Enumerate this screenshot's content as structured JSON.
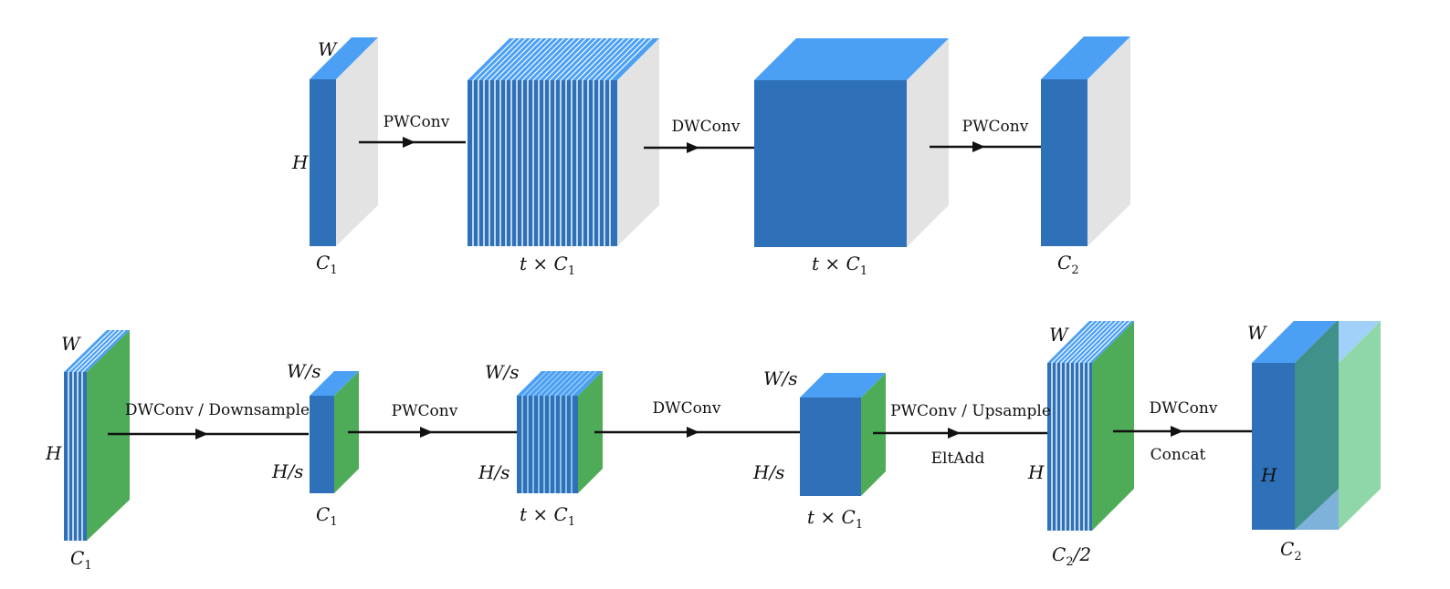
{
  "colors": {
    "front": "#2e71b8",
    "top": "#4ba0f5",
    "side_gray": "#e3e3e3",
    "side_green": "#4eab58",
    "stripe": "#ffffff",
    "teal": "#3f918a",
    "light_blue": "#a1d0f8",
    "light_green": "#8fd7a8",
    "arrow": "#111111"
  },
  "row1": {
    "arrows": [
      "PWConv",
      "DWConv",
      "PWConv"
    ],
    "block1": {
      "w": "W",
      "h": "H",
      "c": "C",
      "c_sub": "1"
    },
    "block2": {
      "c": "t × C",
      "c_sub": "1"
    },
    "block3": {
      "c": "t × C",
      "c_sub": "1"
    },
    "block4": {
      "c": "C",
      "c_sub": "2"
    }
  },
  "row2": {
    "arrows": [
      "DWConv / Downsample",
      "PWConv",
      "DWConv",
      "PWConv / Upsample",
      "DWConv"
    ],
    "below_labels": [
      "EltAdd",
      "Concat"
    ],
    "block1": {
      "w": "W",
      "h": "H",
      "c": "C",
      "c_sub": "1"
    },
    "block2": {
      "w": "W/s",
      "h": "H/s",
      "c": "C",
      "c_sub": "1"
    },
    "block3": {
      "w": "W/s",
      "h": "H/s",
      "c": "t × C",
      "c_sub": "1"
    },
    "block4": {
      "w": "W/s",
      "h": "H/s",
      "c": "t × C",
      "c_sub": "1"
    },
    "block5": {
      "w": "W",
      "h": "H",
      "c": "C",
      "c_sub": "2",
      "c_tail": "/2"
    },
    "block6": {
      "w": "W",
      "h": "H",
      "c": "C",
      "c_sub": "2"
    }
  }
}
